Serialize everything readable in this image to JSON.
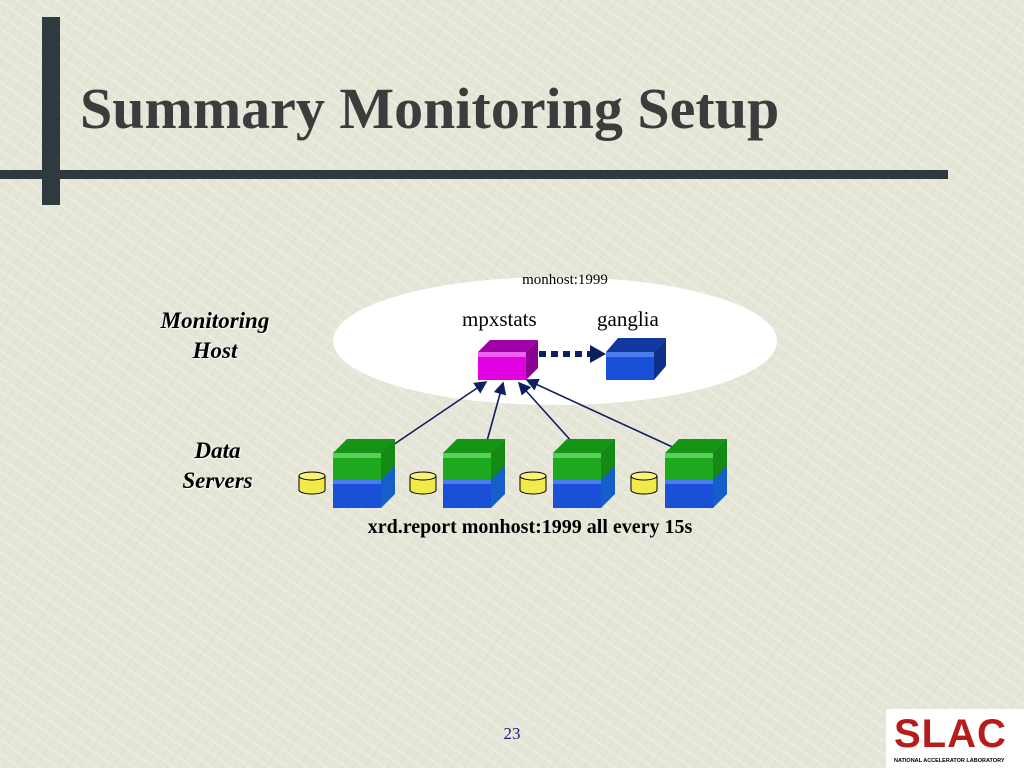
{
  "slide": {
    "title": "Summary Monitoring Setup",
    "page_number": "23"
  },
  "diagram": {
    "monitoring_host": {
      "label_line1": "Monitoring",
      "label_line2": "Host",
      "ellipse_label": "monhost:1999",
      "nodes": [
        {
          "label": "mpxstats",
          "color": "#e000e0"
        },
        {
          "label": "ganglia",
          "color": "#1a4fd8"
        }
      ]
    },
    "data_servers": {
      "label_line1": "Data",
      "label_line2": "Servers",
      "server_top_color": "#1ea81e",
      "server_bottom_color": "#1a4fd8",
      "disk_color": "#f2ea4a",
      "count": 4
    },
    "report_command": "xrd.report monhost:1999 all every 15s"
  },
  "logo": {
    "text": "SLAC",
    "subtitle": "NATIONAL ACCELERATOR LABORATORY"
  },
  "colors": {
    "frame": "#2e3a40",
    "title": "#3c3c3c",
    "page_number": "#1a237e",
    "logo": "#b71c1c"
  }
}
